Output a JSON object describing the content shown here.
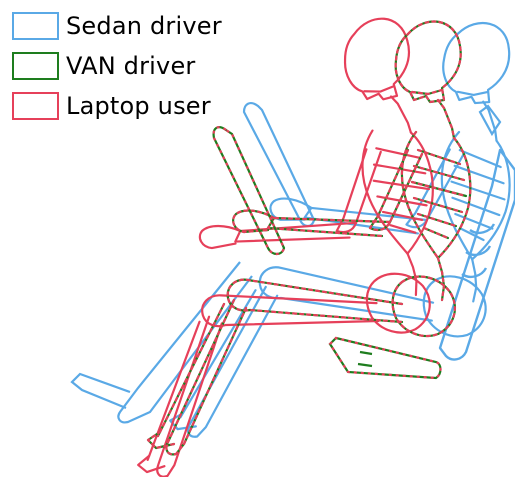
{
  "legend": {
    "items": [
      {
        "label": "Sedan driver",
        "color": "#5aa9e6"
      },
      {
        "label": "VAN driver",
        "color": "#1e7d1e"
      },
      {
        "label": "Laptop user",
        "color": "#e6405a"
      }
    ]
  },
  "figure": {
    "seat_color": "#5aa9e6",
    "device_color": "#5aa9e6"
  }
}
